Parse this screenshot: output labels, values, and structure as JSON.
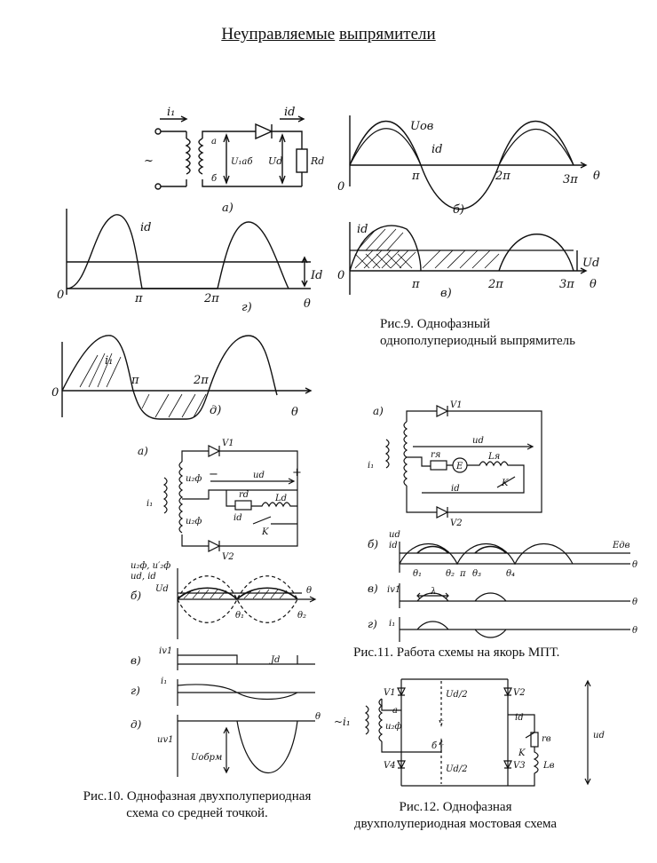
{
  "title": {
    "part1": "Неуправляемые",
    "part2": "выпрямители"
  },
  "captions": {
    "fig9_line1": "Рис.9. Однофазный",
    "fig9_line2": "однополупериодный выпрямитель",
    "fig10_line1": "Рис.10. Однофазная двухполупериодная",
    "fig10_line2": "схема со средней точкой.",
    "fig11": "Рис.11. Работа схемы на якорь МПТ.",
    "fig12_line1": "Рис.12. Однофазная",
    "fig12_line2": "двухполупериодная мостовая схема"
  },
  "fig9_labels": {
    "i1": "i₁",
    "id": "id",
    "tilde": "~",
    "u1ab": "U₁аб",
    "ud": "Ud",
    "a": "а",
    "b": "б",
    "rd": "Rd",
    "sub_a": "а)",
    "uob": "Uов",
    "id2": "id",
    "zero": "0",
    "pi": "π",
    "two_pi": "2π",
    "three_pi": "3π",
    "theta": "θ",
    "sub_b": "б)",
    "sub_g": "г)",
    "Id": "Id",
    "sub_v": "в)",
    "Ud": "Ud",
    "sub_d": "д)"
  },
  "fig10_labels": {
    "sub_a": "а)",
    "v1": "V1",
    "v2": "V2",
    "ud": "ud",
    "u2f": "u₂ф",
    "ld": "Ld",
    "rd": "rd",
    "id": "id",
    "k": "K",
    "plus": "+",
    "minus": "−",
    "i1": "i₁",
    "sub_b": "б)",
    "legend": "u₂ф, u′₂ф",
    "legend2": "ud, id",
    "Ud": "Ud",
    "theta1": "θ₁",
    "theta2": "θ₂",
    "theta": "θ",
    "sub_v": "в)",
    "iv1": "iv1",
    "Jd": "Jd",
    "sub_g": "г)",
    "i1b": "i₁",
    "sub_d": "д)",
    "uv1": "uv1",
    "uobr": "Uобрм"
  },
  "fig11_labels": {
    "sub_a": "а)",
    "v1": "V1",
    "v2": "V2",
    "ud": "ud",
    "ra": "rя",
    "la": "Lя",
    "E": "E",
    "id": "id",
    "k": "K",
    "i1": "i₁",
    "sub_b": "б)",
    "ud2": "ud",
    "id2": "id",
    "edv": "Eдв",
    "theta": "θ",
    "t1": "θ₁",
    "t2": "θ₂",
    "t3": "θ₃",
    "t4": "θ₄",
    "pi": "π",
    "sub_v": "в)",
    "iv1": "iv1",
    "lambda": "λ",
    "sub_g": "г)",
    "i1b": "i₁"
  },
  "fig12_labels": {
    "v1": "V1",
    "v2": "V2",
    "v3": "V3",
    "v4": "V4",
    "ud2": "Ud/2",
    "u2f": "u₂ф",
    "i1": "~i₁",
    "a": "а",
    "b": "б",
    "id": "id",
    "rv": "rв",
    "lv": "Lв",
    "k": "K",
    "ud": "ud"
  }
}
